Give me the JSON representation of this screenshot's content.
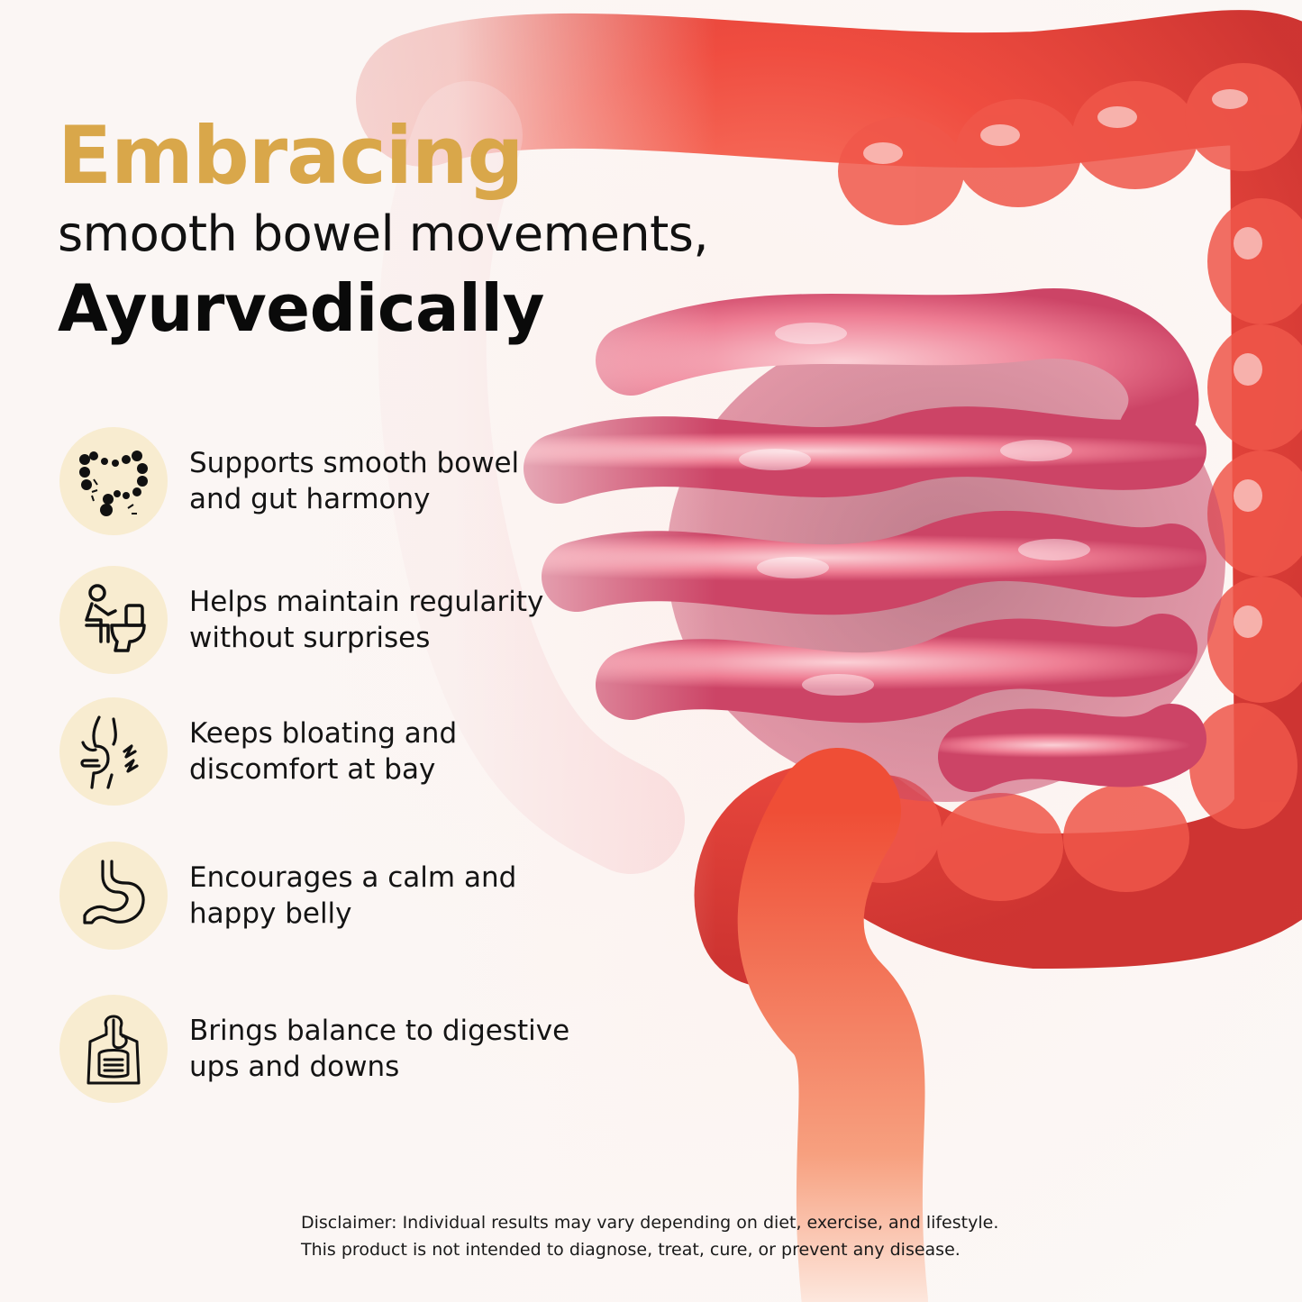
{
  "headline": {
    "accent": "Embracing",
    "subtitle": "smooth bowel movements,",
    "emphasis": "Ayurvedically"
  },
  "colors": {
    "accent_gold": "#d9a74a",
    "badge_fill": "#f8ecd0",
    "intestine_red": "#e8332a",
    "intestine_pink": "#e96b8a"
  },
  "benefits": [
    {
      "icon": "intestine-icon",
      "line1": "Supports smooth bowel",
      "line2": "and gut harmony"
    },
    {
      "icon": "toilet-person-icon",
      "line1": "Helps maintain regularity",
      "line2": "without surprises"
    },
    {
      "icon": "bloating-icon",
      "line1": "Keeps bloating and",
      "line2": "discomfort at bay"
    },
    {
      "icon": "stomach-icon",
      "line1": "Encourages a calm and",
      "line2": "happy belly"
    },
    {
      "icon": "digestive-system-icon",
      "line1": "Brings balance to digestive",
      "line2": "ups and downs"
    }
  ],
  "disclaimer": {
    "line1": "Disclaimer: Individual results may vary depending on diet, exercise, and lifestyle.",
    "line2": "This product is not intended to diagnose, treat, cure, or prevent any disease."
  }
}
